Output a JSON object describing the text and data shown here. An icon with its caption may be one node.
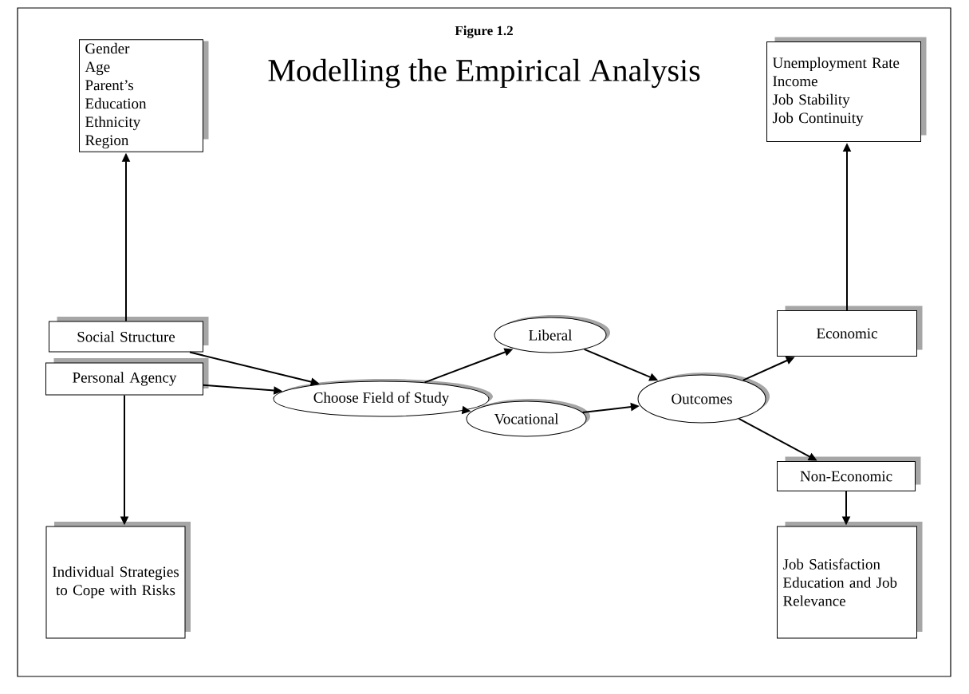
{
  "diagram": {
    "title": "Modelling the Empirical Analysis",
    "nodes": [
      {
        "text": [
          "Gender",
          "Age",
          "Parent’s Education",
          "Ethnicity",
          "Region"
        ]
      },
      {
        "text": [
          "Social Structure"
        ]
      },
      {
        "text": [
          "Personal Agency"
        ]
      },
      {
        "text": [
          "Individual Strategies to Cope with Risks"
        ]
      },
      {
        "text": [
          "Choose Field of Study"
        ]
      },
      {
        "text": [
          "Liberal"
        ]
      },
      {
        "text": [
          "Vocational"
        ]
      },
      {
        "text": [
          "Outcomes"
        ]
      },
      {
        "text": [
          "Unemployment Rate",
          "Income",
          "Job Stability",
          "Job Continuity"
        ]
      },
      {
        "text": [
          "Economic"
        ]
      },
      {
        "text": [
          "Non-Economic"
        ]
      },
      {
        "text": [
          "Job Satisfaction",
          "Education and Job Relevance"
        ]
      }
    ],
    "edges": [
      {
        "from": 1,
        "to": 0,
        "arrow": "to"
      },
      {
        "from": 1,
        "to": 4,
        "arrow": "to"
      },
      {
        "from": 2,
        "to": 4,
        "arrow": "to"
      },
      {
        "from": 2,
        "to": 3,
        "arrow": "to"
      },
      {
        "from": 4,
        "to": 5,
        "arrow": "to"
      },
      {
        "from": 4,
        "to": 6,
        "arrow": "to"
      },
      {
        "from": 5,
        "to": 7,
        "arrow": "to"
      },
      {
        "from": 6,
        "to": 7,
        "arrow": "to"
      },
      {
        "from": 7,
        "to": 9,
        "arrow": "to"
      },
      {
        "from": 7,
        "to": 10,
        "arrow": "to"
      },
      {
        "from": 9,
        "to": 8,
        "arrow": "to"
      },
      {
        "from": 10,
        "to": 11,
        "arrow": "to"
      }
    ],
    "labels": [
      "Figure 1.2"
    ]
  }
}
